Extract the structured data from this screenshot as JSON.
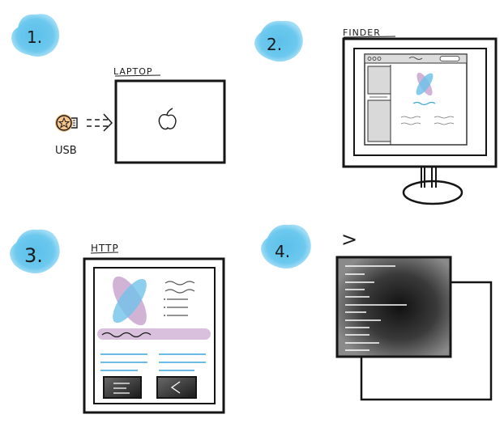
{
  "steps": [
    {
      "number": "1.",
      "label": "LAPTOP",
      "connector_label": "USB"
    },
    {
      "number": "2.",
      "label": "FINDER"
    },
    {
      "number": "3.",
      "label": "HTTP"
    },
    {
      "number": "4.",
      "label": ">"
    }
  ],
  "colors": {
    "blob": "#62c3ec",
    "ink": "#151515",
    "screen_gray": "#d9d9d9",
    "accent_blue": "#3aa6dc",
    "accent_purple": "#c9a6cf",
    "usb_fill": "#f6c48c"
  },
  "icons": {
    "apple": "apple-logo-icon",
    "usb": "usb-drive-icon",
    "star_logo": "star-logo-icon",
    "arrow": "dashed-arrow-icon"
  }
}
